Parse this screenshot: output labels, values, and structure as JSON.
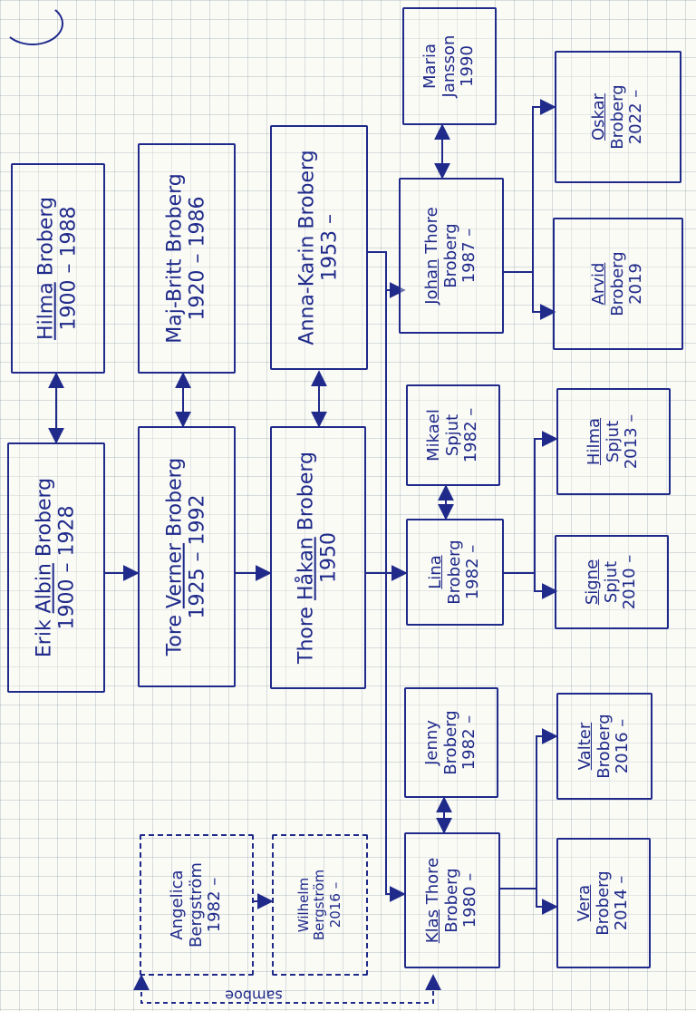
{
  "people": [
    {
      "id": "hilma_broberg",
      "first": "",
      "call": "Hilma",
      "rest": " Broberg",
      "years": "1900 – 1988"
    },
    {
      "id": "erik_albin",
      "first": "Erik ",
      "call": "Albin",
      "rest": " Broberg",
      "years": "1900 – 1928"
    },
    {
      "id": "maj_britt",
      "first": "",
      "call": "",
      "rest": "Maj-Britt Broberg",
      "years": "1920 – 1986"
    },
    {
      "id": "tore_verner",
      "first": "Tore ",
      "call": "Verner",
      "rest": " Broberg",
      "years": "1925 – 1992"
    },
    {
      "id": "anna_karin",
      "first": "",
      "call": "",
      "rest": "Anna-Karin Broberg",
      "years": "1953 –"
    },
    {
      "id": "thore_hakan",
      "first": "Thore ",
      "call": "Håkan",
      "rest": " Broberg",
      "years": "1950"
    },
    {
      "id": "maria",
      "first": "",
      "call": "",
      "rest": "Maria",
      "line2": "Jansson",
      "years": "1990"
    },
    {
      "id": "johan",
      "first": "",
      "call": "Johan",
      "rest": " Thore",
      "line2": "Broberg",
      "years": "1987 –"
    },
    {
      "id": "oskar",
      "first": "",
      "call": "Oskar",
      "rest": "",
      "line2": "Broberg",
      "years": "2022 –"
    },
    {
      "id": "arvid",
      "first": "",
      "call": "Arvid",
      "rest": "",
      "line2": "Broberg",
      "years": "2019"
    },
    {
      "id": "mikael",
      "first": "",
      "call": "",
      "rest": "Mikael",
      "line2": "Spjut",
      "years": "1982 –"
    },
    {
      "id": "lina",
      "first": "",
      "call": "Lina",
      "rest": "",
      "line2": "Broberg",
      "years": "1982 –"
    },
    {
      "id": "hilma_spjut",
      "first": "",
      "call": "Hilma",
      "rest": "",
      "line2": "Spjut",
      "years": "2013 –"
    },
    {
      "id": "signe",
      "first": "",
      "call": "Signe",
      "rest": "",
      "line2": "Spjut",
      "years": "2010 –"
    },
    {
      "id": "jenny",
      "first": "",
      "call": "",
      "rest": "Jenny",
      "line2": "Broberg",
      "years": "1982 –"
    },
    {
      "id": "klas",
      "first": "",
      "call": "Klas",
      "rest": " Thore",
      "line2": "Broberg",
      "years": "1980 –"
    },
    {
      "id": "valter",
      "first": "",
      "call": "Valter",
      "rest": "",
      "line2": "Broberg",
      "years": "2016 –"
    },
    {
      "id": "vera",
      "first": "",
      "call": "Vera",
      "rest": "",
      "line2": "Broberg",
      "years": "2014 –"
    },
    {
      "id": "angelica",
      "first": "",
      "call": "",
      "rest": "Angelica",
      "line2": "Bergström",
      "years": "1982 –"
    },
    {
      "id": "wilhelm",
      "first": "",
      "call": "",
      "rest": "Wilhelm",
      "line2": "Bergström",
      "years": "2016 –"
    }
  ],
  "side_label": "samboe",
  "colors": {
    "ink": "#1f2a8a",
    "paper": "#fbfbf6",
    "grid": "#8c9aa0"
  }
}
